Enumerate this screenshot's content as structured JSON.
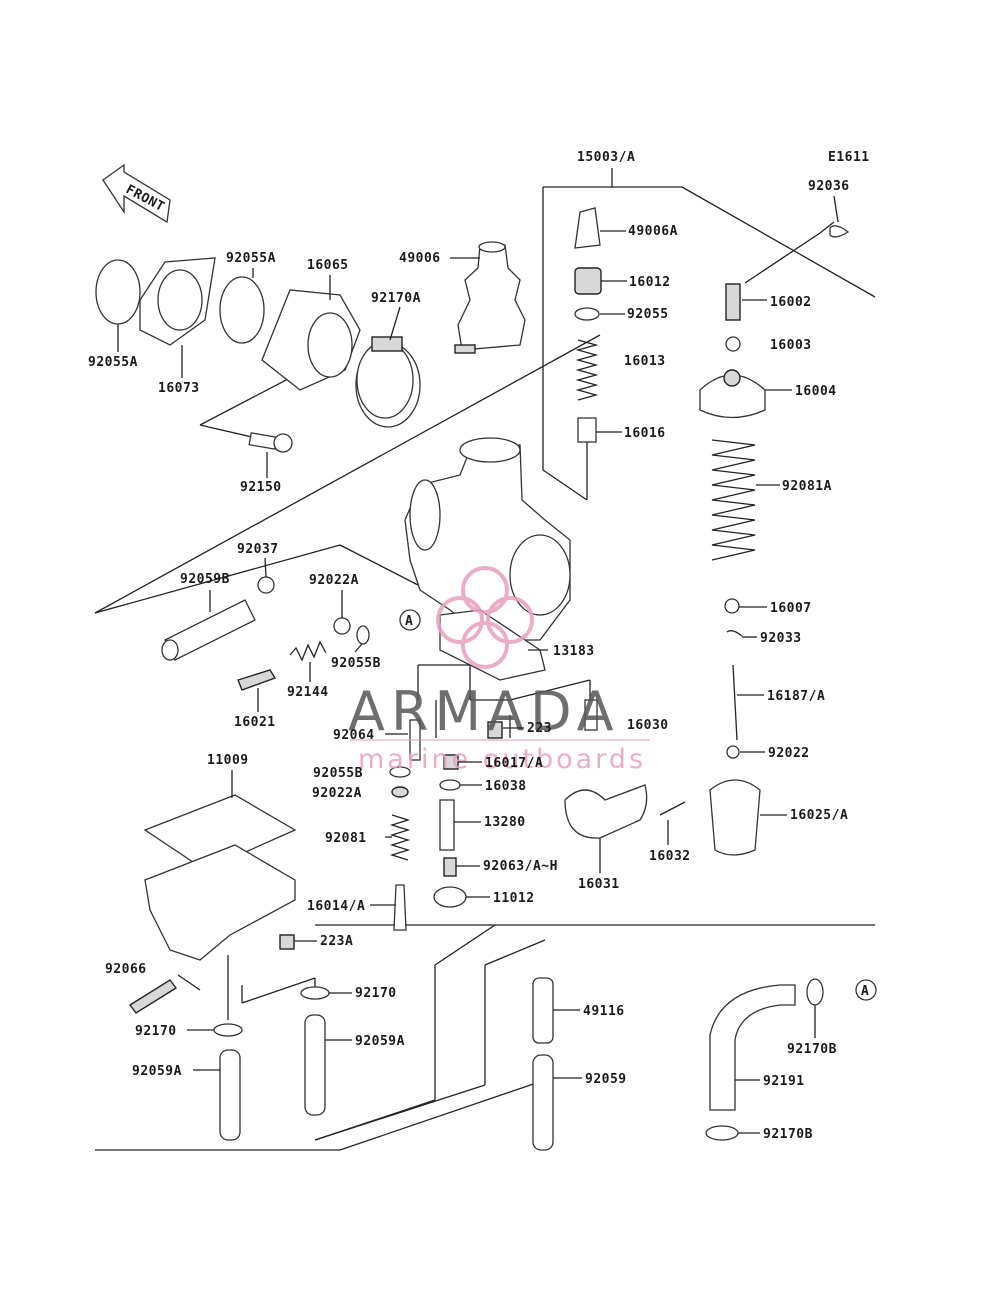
{
  "header": {
    "code": "E1611"
  },
  "front_arrow_label": "FRONT",
  "ref_marker": "A",
  "watermark": {
    "brand": "ARMADA",
    "tagline": "marine outboards",
    "color": "#e8a0c0",
    "text_color": "#555555"
  },
  "labels": {
    "p15003A": "15003/A",
    "p92036": "92036",
    "p49006A": "49006A",
    "p49006": "49006",
    "p16012": "16012",
    "p92055": "92055",
    "p16002": "16002",
    "p16003": "16003",
    "p16013": "16013",
    "p16004": "16004",
    "p16016": "16016",
    "p92081A": "92081A",
    "p92055A_top": "92055A",
    "p16065": "16065",
    "p92170A": "92170A",
    "p92055A_left": "92055A",
    "p16073": "16073",
    "p92150": "92150",
    "p92037": "92037",
    "p92059B": "92059B",
    "p92022A_top": "92022A",
    "p92055B_top": "92055B",
    "p92144": "92144",
    "p16021": "16021",
    "p13183": "13183",
    "p16007": "16007",
    "p92033": "92033",
    "p16187A": "16187/A",
    "p92064": "92064",
    "p223": "223",
    "p16030": "16030",
    "p92022": "92022",
    "p11009": "11009",
    "p92055B": "92055B",
    "p16017A": "16017/A",
    "p92022A": "92022A",
    "p16038": "16038",
    "p92081": "92081",
    "p13280": "13280",
    "p16025A": "16025/A",
    "p92063": "92063/A~H",
    "p16032": "16032",
    "p16031": "16031",
    "p16014A": "16014/A",
    "p11012": "11012",
    "p223A": "223A",
    "p92066": "92066",
    "p92170_mid": "92170",
    "p49116": "49116",
    "p92170_left": "92170",
    "p92059A_mid": "92059A",
    "p92170B_top": "92170B",
    "p92059A_left": "92059A",
    "p92059": "92059",
    "p92191": "92191",
    "p92170B": "92170B"
  }
}
